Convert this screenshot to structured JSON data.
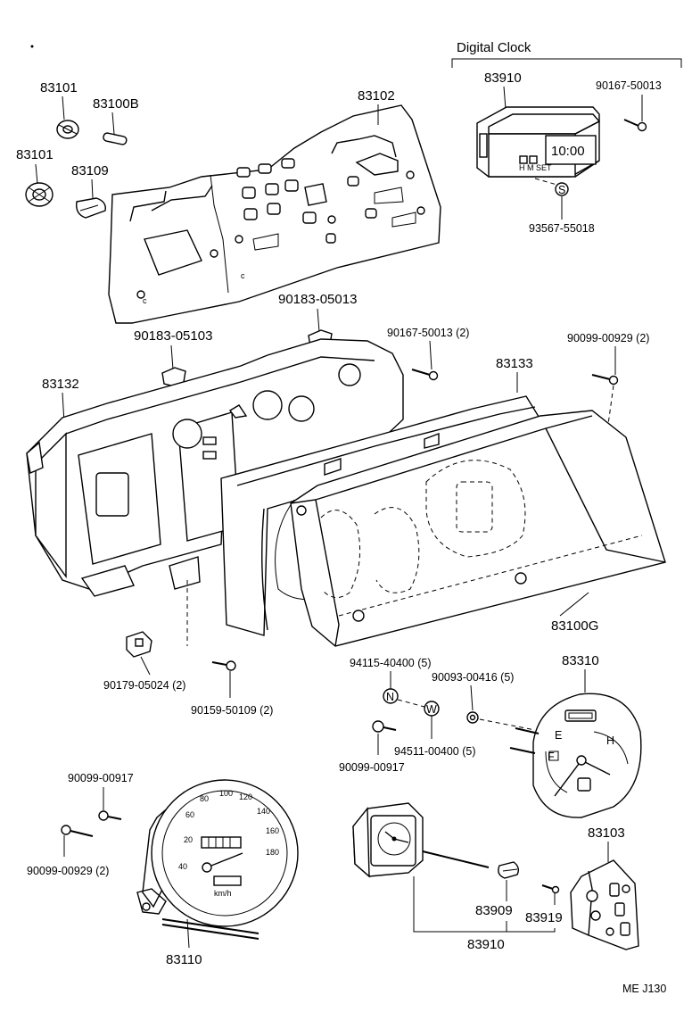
{
  "diagram": {
    "header": "Digital Clock",
    "footer_code": "ME  J130",
    "parts": {
      "p83101a": "83101",
      "p83100B": "83100B",
      "p83102": "83102",
      "p83101b": "83101",
      "p83109": "83109",
      "p83910a": "83910",
      "p90167a": "90167-50013",
      "p93567": "93567-55018",
      "p90183b": "90183-05013",
      "p90183a": "90183-05103",
      "p90167b": "90167-50013 (2)",
      "p90099a": "90099-00929 (2)",
      "p83132": "83132",
      "p83133": "83133",
      "p83100G": "83100G",
      "p94115": "94115-40400 (5)",
      "p83310": "83310",
      "p90093": "90093-00416 (5)",
      "p90179": "90179-05024 (2)",
      "p90159": "90159-50109 (2)",
      "p94511": "94511-00400 (5)",
      "p90099b": "90099-00917",
      "p90099c": "90099-00917",
      "p90099d": "90099-00929 (2)",
      "p83103": "83103",
      "p83909": "83909",
      "p83919": "83919",
      "p83910b": "83910",
      "p83110": "83110"
    },
    "symbols": {
      "s": "S",
      "n": "N",
      "w": "W"
    },
    "clock_display": "10:00",
    "clock_buttons": "H  M  SET",
    "speedo_unit": "km/h",
    "speedo_ticks": [
      "20",
      "40",
      "60",
      "80",
      "100",
      "120",
      "140",
      "160",
      "180"
    ],
    "gauge_marks": {
      "e": "E",
      "h": "H",
      "f": "F"
    }
  }
}
